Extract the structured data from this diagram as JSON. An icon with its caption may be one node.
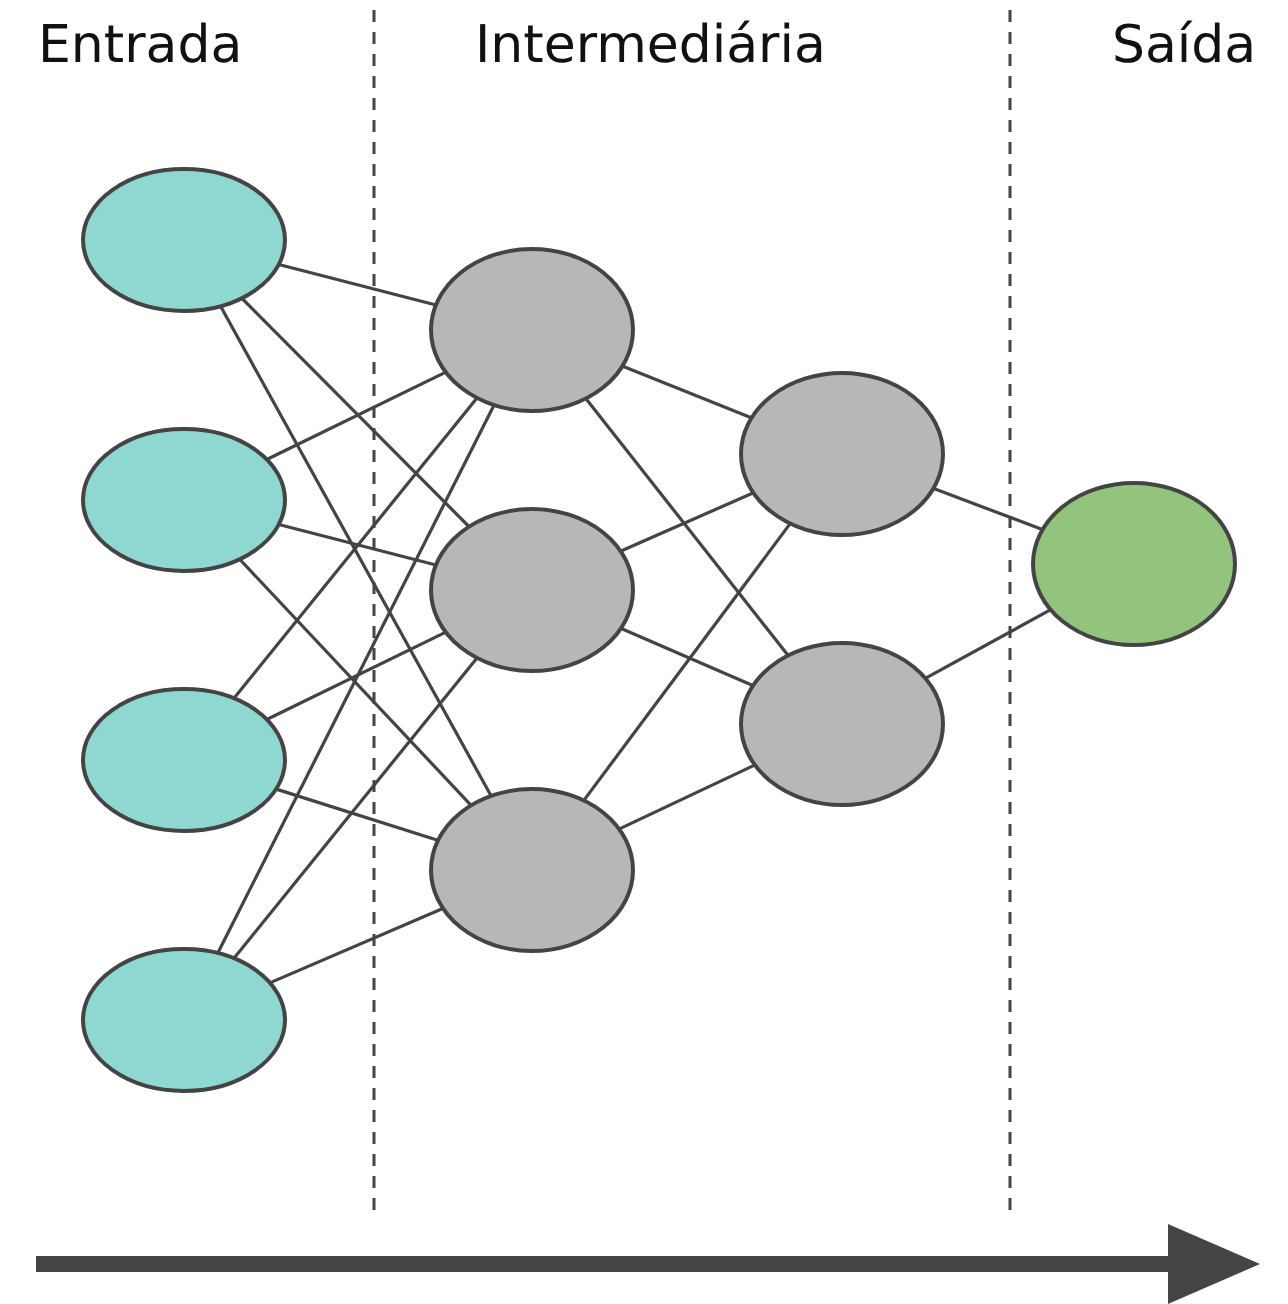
{
  "diagram": {
    "nodes": [
      {
        "text": [],
        "shape": "circle"
      },
      {
        "text": [],
        "shape": "circle"
      },
      {
        "text": [],
        "shape": "circle"
      },
      {
        "text": [],
        "shape": "circle"
      },
      {
        "text": [],
        "shape": "circle"
      },
      {
        "text": [],
        "shape": "circle"
      },
      {
        "text": [],
        "shape": "circle"
      },
      {
        "text": [],
        "shape": "circle"
      },
      {
        "text": [],
        "shape": "circle"
      },
      {
        "text": [],
        "shape": "circle"
      }
    ],
    "edges": [
      {
        "from": 0,
        "to": 4,
        "arrow": "none"
      },
      {
        "from": 0,
        "to": 5,
        "arrow": "none"
      },
      {
        "from": 0,
        "to": 6,
        "arrow": "none"
      },
      {
        "from": 1,
        "to": 4,
        "arrow": "none"
      },
      {
        "from": 1,
        "to": 5,
        "arrow": "none"
      },
      {
        "from": 1,
        "to": 6,
        "arrow": "none"
      },
      {
        "from": 2,
        "to": 4,
        "arrow": "none"
      },
      {
        "from": 2,
        "to": 5,
        "arrow": "none"
      },
      {
        "from": 2,
        "to": 6,
        "arrow": "none"
      },
      {
        "from": 3,
        "to": 4,
        "arrow": "none"
      },
      {
        "from": 3,
        "to": 5,
        "arrow": "none"
      },
      {
        "from": 3,
        "to": 6,
        "arrow": "none"
      },
      {
        "from": 4,
        "to": 7,
        "arrow": "none"
      },
      {
        "from": 4,
        "to": 8,
        "arrow": "none"
      },
      {
        "from": 5,
        "to": 7,
        "arrow": "none"
      },
      {
        "from": 5,
        "to": 8,
        "arrow": "none"
      },
      {
        "from": 6,
        "to": 7,
        "arrow": "none"
      },
      {
        "from": 6,
        "to": 8,
        "arrow": "none"
      },
      {
        "from": 7,
        "to": 9,
        "arrow": "none"
      },
      {
        "from": 8,
        "to": 9,
        "arrow": "none"
      }
    ],
    "labels": [
      "Entrada",
      "Intermediária",
      "Saída"
    ]
  }
}
